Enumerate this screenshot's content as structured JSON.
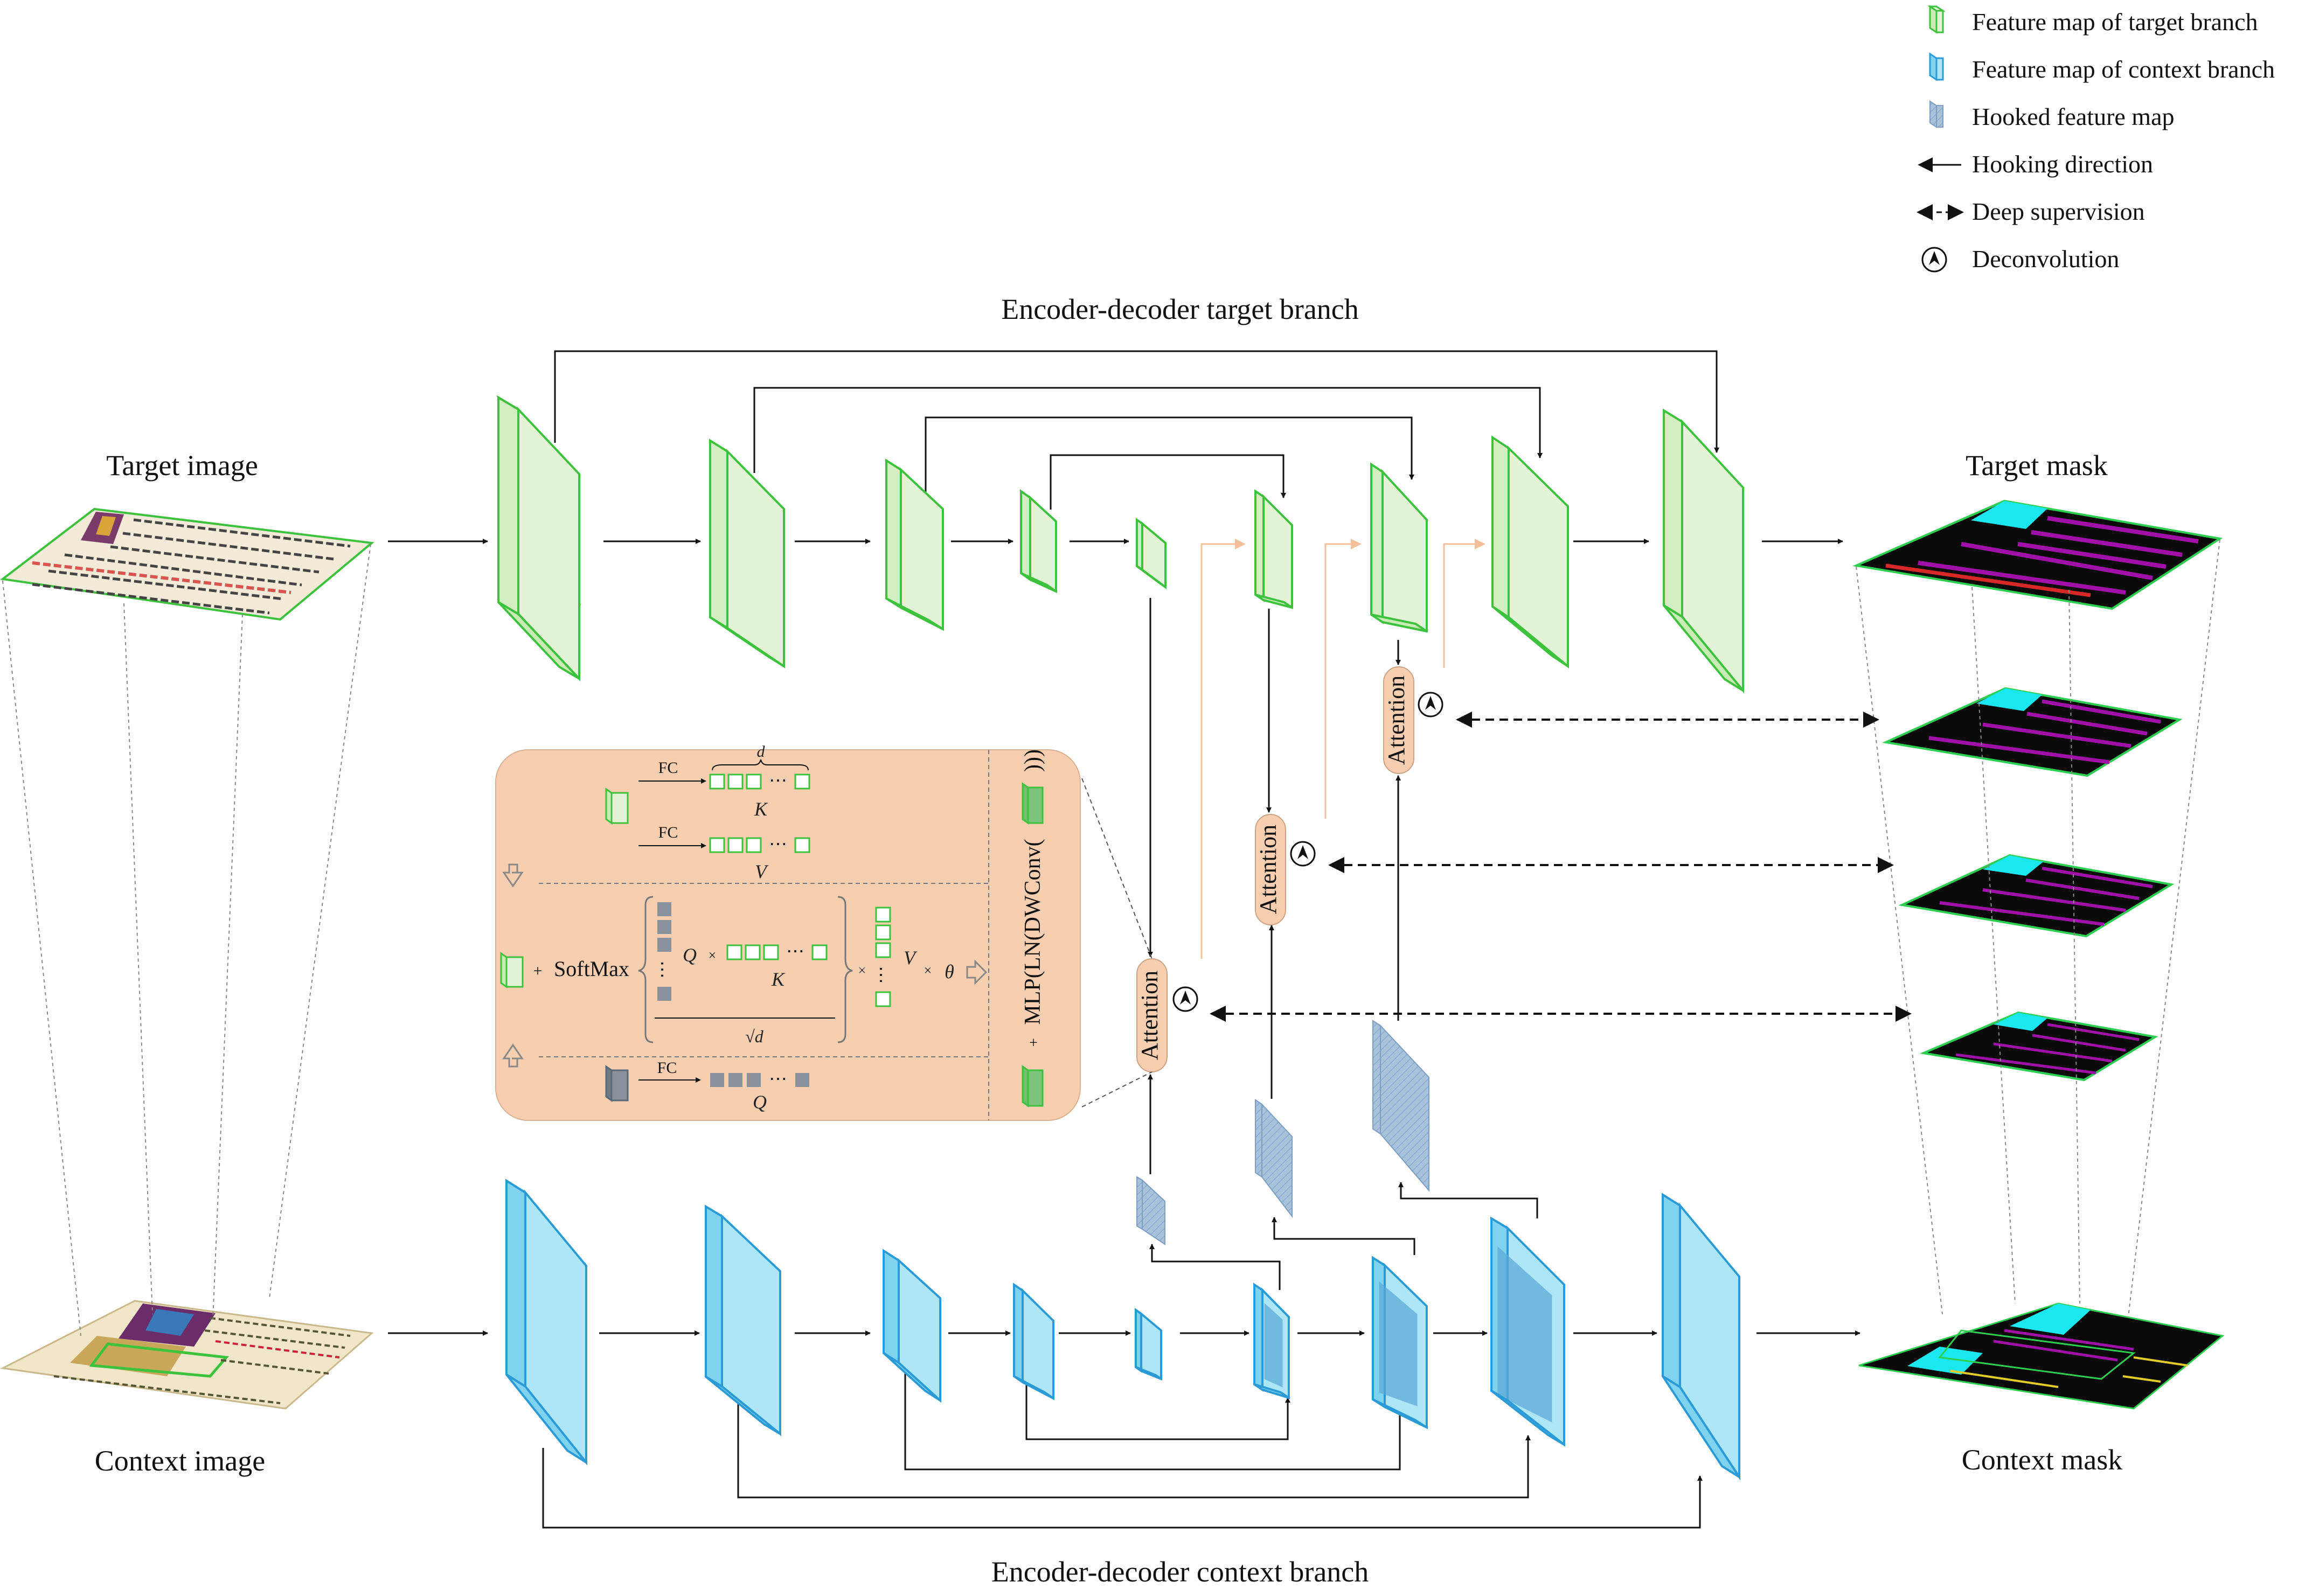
{
  "titles": {
    "target_branch": "Encoder-decoder target branch",
    "context_branch": "Encoder-decoder context branch"
  },
  "io_labels": {
    "target_image": "Target image",
    "context_image": "Context image",
    "target_mask": "Target mask",
    "context_mask": "Context mask"
  },
  "legend": {
    "items": [
      {
        "label": "Feature map of target branch",
        "icon": "green-box-icon"
      },
      {
        "label": "Feature map of context branch",
        "icon": "blue-box-icon"
      },
      {
        "label": "Hooked feature map",
        "icon": "hooked-box-icon"
      },
      {
        "label": "Hooking direction",
        "icon": "arrow-left-icon"
      },
      {
        "label": "Deep supervision",
        "icon": "dashed-double-arrow-icon"
      },
      {
        "label": "Deconvolution",
        "icon": "deconvolution-icon"
      }
    ]
  },
  "attention_label": "Attention",
  "formula": {
    "fc": "FC",
    "d": "d",
    "k": "K",
    "v": "V",
    "q": "Q",
    "softmax": "SoftMax",
    "plus": "+",
    "times": "×",
    "theta": "θ",
    "sqrt_d": "√d",
    "ellipsis": "⋯",
    "mlp": "MLP(LN(DWConv(",
    "mlp_close": ")))"
  },
  "colors": {
    "green_fill": "#e3f3d6",
    "green_stroke": "#3cc23c",
    "blue_fill": "#ade6f7",
    "blue_stroke": "#2a9bd6",
    "hooked_fill": "#a9c2dc",
    "hooked_stroke": "#7d9dc1",
    "panel_fill": "#f7cfb0",
    "attention_fill": "#f7cfb0",
    "mask_bg": "#0a0a0a",
    "mask_magenta": "#a010a8",
    "mask_cyan": "#19e8f0",
    "mask_border": "#2dcf50"
  }
}
